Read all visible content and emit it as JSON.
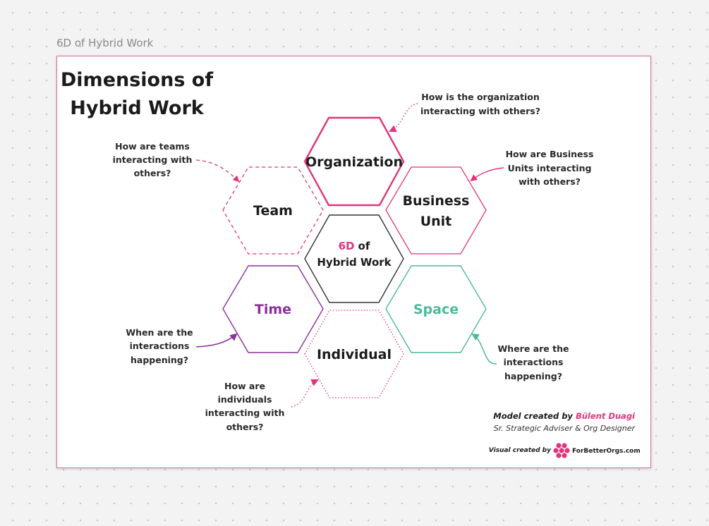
{
  "frame_label": "6D of Hybrid Work",
  "title": {
    "line1": "Dimensions of",
    "line2": "Hybrid Work"
  },
  "colors": {
    "pink": "#e0357a",
    "purple": "#8a2f9b",
    "green": "#4db99a",
    "dark": "#333333"
  },
  "center": {
    "highlight": "6D",
    "rest": "of",
    "line2": "Hybrid Work"
  },
  "dimensions": {
    "organization": "Organization",
    "team": "Team",
    "business_unit_line1": "Business",
    "business_unit_line2": "Unit",
    "time": "Time",
    "space": "Space",
    "individual": "Individual"
  },
  "questions": {
    "organization": [
      "How is the organization",
      "interacting with others?"
    ],
    "team": [
      "How are teams",
      "interacting with",
      "others?"
    ],
    "business_unit": [
      "How are Business",
      "Units interacting",
      "with others?"
    ],
    "time": [
      "When are the",
      "interactions",
      "happening?"
    ],
    "space": [
      "Where are the",
      "interactions",
      "happening?"
    ],
    "individual": [
      "How are",
      "individuals",
      "interacting with",
      "others?"
    ]
  },
  "credits": {
    "model_prefix": "Model created by",
    "author": "Bülent Duagi",
    "role": "Sr. Strategic Adviser & Org Designer",
    "visual_prefix": "Visual created by",
    "brand": "ForBetterOrgs.com"
  }
}
